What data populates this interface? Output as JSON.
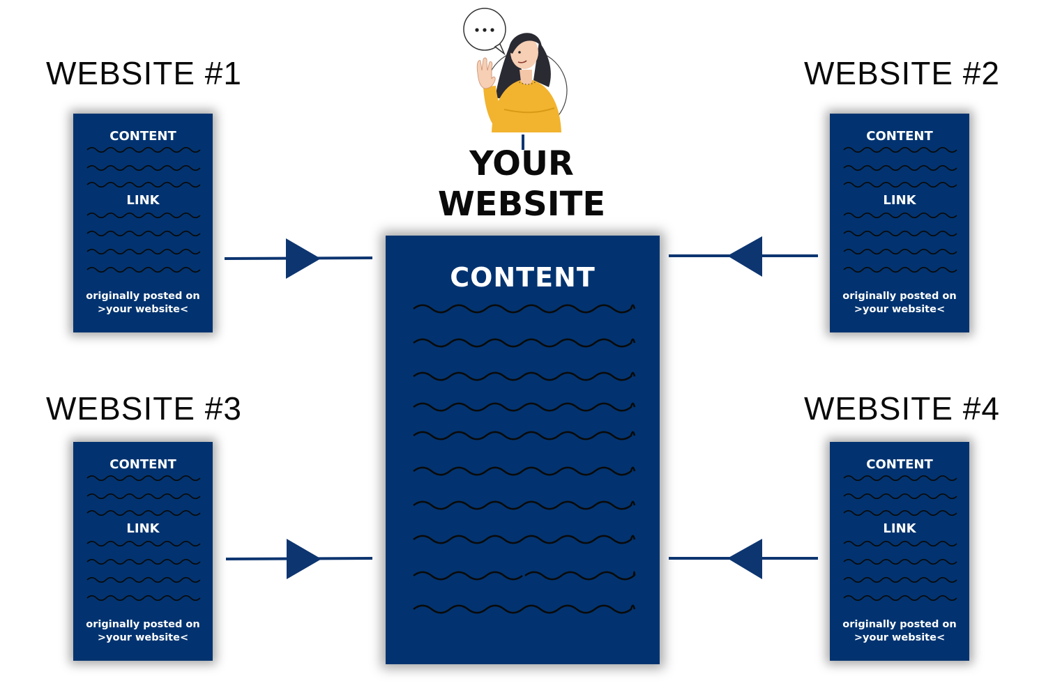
{
  "center": {
    "title_line1": "YOUR",
    "title_line2": "WEBSITE",
    "content_label": "CONTENT"
  },
  "websites": [
    {
      "title": "WEBSITE #1",
      "content_label": "CONTENT",
      "link_label": "LINK",
      "footer_line1": "originally posted on",
      "footer_line2": ">your website<"
    },
    {
      "title": "WEBSITE #2",
      "content_label": "CONTENT",
      "link_label": "LINK",
      "footer_line1": "originally posted on",
      "footer_line2": ">your website<"
    },
    {
      "title": "WEBSITE #3",
      "content_label": "CONTENT",
      "link_label": "LINK",
      "footer_line1": "originally posted on",
      "footer_line2": ">your website<"
    },
    {
      "title": "WEBSITE #4",
      "content_label": "CONTENT",
      "link_label": "LINK",
      "footer_line1": "originally posted on",
      "footer_line2": ">your website<"
    }
  ],
  "colors": {
    "card_blue": "#023370",
    "arrow_blue": "#0d3570",
    "wave": "#0a0a0a",
    "shirt": "#f2b32e"
  },
  "icons": {
    "avatar": "waving-woman-icon",
    "speech": "speech-bubble-icon",
    "arrow": "arrow-right-icon"
  }
}
